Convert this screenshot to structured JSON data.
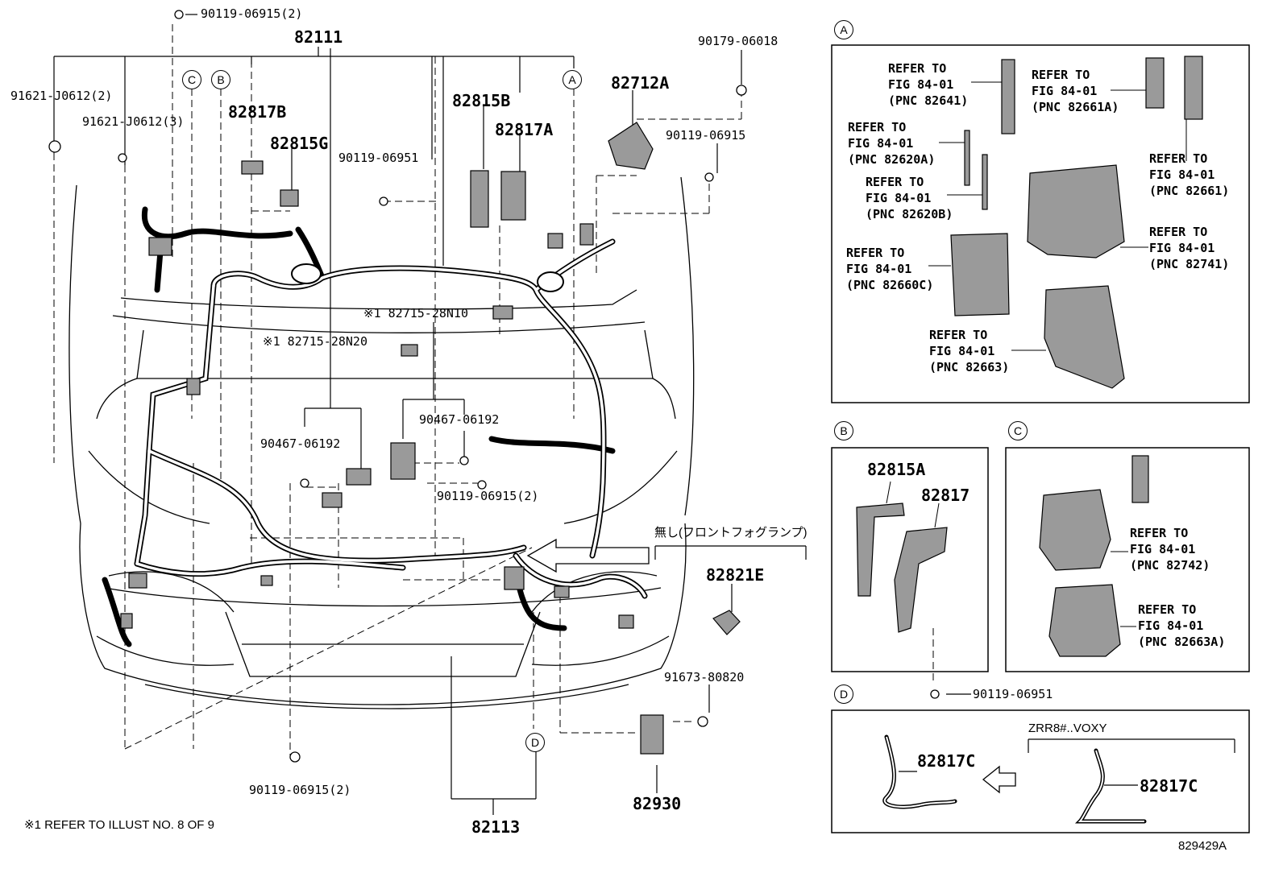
{
  "main": {
    "harness_labels": {
      "p82111": "82111",
      "p82113": "82113",
      "p82817B": "82817B",
      "p82815G": "82815G",
      "p82815B": "82815B",
      "p82817A": "82817A",
      "p82712A": "82712A",
      "p82821E": "82821E",
      "p82930": "82930"
    },
    "bolt_labels": {
      "b_top": "90119-06915(2)",
      "b_9162_2": "91621-J0612(2)",
      "b_9162_3": "91621-J0612(3)",
      "b_90179": "90179-06018",
      "b_06915": "90119-06915",
      "b_06951": "90119-06951",
      "b_n10": "※1 82715-28N10",
      "b_n20": "※1 82715-28N20",
      "b_90467_a": "90467-06192",
      "b_90467_b": "90467-06192",
      "b_06915_mid": "90119-06915(2)",
      "b_06915_bot": "90119-06915(2)",
      "b_91673": "91673-80820"
    },
    "fog_note": "無し(フロントフォグランプ)",
    "footnote": "※1 REFER TO ILLUST NO. 8 OF 9",
    "illust_number": "829429A"
  },
  "callouts": {
    "A": "A",
    "B": "B",
    "C": "C",
    "D": "D"
  },
  "panel_a": {
    "r1": "REFER TO\nFIG 84-01\n(PNC 82641)",
    "r2": "REFER TO\nFIG 84-01\n(PNC 82661A)",
    "r3": "REFER TO\nFIG 84-01\n(PNC 82620A)",
    "r4": "REFER TO\nFIG 84-01\n(PNC 82661)",
    "r5": "REFER TO\nFIG 84-01\n(PNC 82620B)",
    "r6": "REFER TO\nFIG 84-01\n(PNC 82741)",
    "r7": "REFER TO\nFIG 84-01\n(PNC 82660C)",
    "r8": "REFER TO\nFIG 84-01\n(PNC 82663)"
  },
  "panel_b": {
    "p1": "82815A",
    "p2": "82817"
  },
  "panel_c": {
    "r1": "REFER TO\nFIG 84-01\n(PNC 82742)",
    "r2": "REFER TO\nFIG 84-01\n(PNC 82663A)"
  },
  "panel_d": {
    "bolt": "90119-06951",
    "variant": "ZRR8#..VOXY",
    "left_part": "82817C",
    "right_part": "82817C"
  },
  "colors": {
    "line": "#000000",
    "background": "#ffffff",
    "part_fill": "#9a9a9a"
  }
}
